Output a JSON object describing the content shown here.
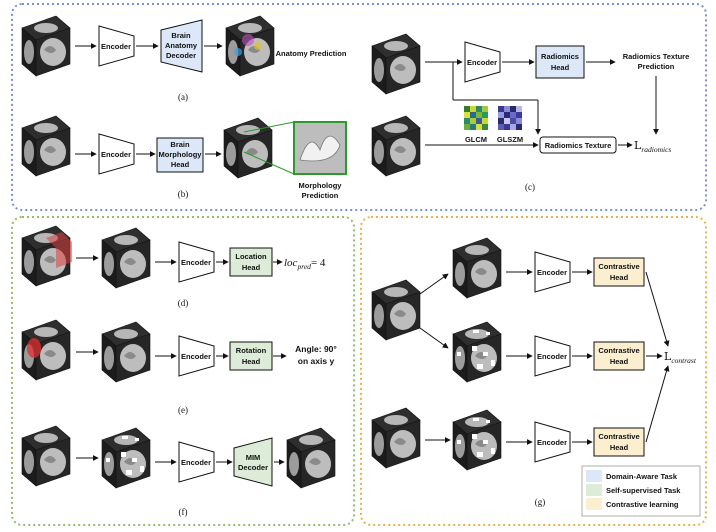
{
  "labels": {
    "encoder": "Encoder",
    "brain_anatomy_decoder": [
      "Brain",
      "Anatomy",
      "Decoder"
    ],
    "anatomy_prediction": "Anatomy Prediction",
    "brain_morphology_head": [
      "Brain",
      "Morphology",
      "Head"
    ],
    "morphology_prediction": [
      "Morphology",
      "Prediction"
    ],
    "radiomics_head": [
      "Radiomics",
      "Head"
    ],
    "radiomics_texture_prediction": [
      "Radiomics Texture",
      "Prediction"
    ],
    "glcm": "GLCM",
    "glszm": "GLSZM",
    "radiomics_texture": "Radiomics Texture",
    "l_radiomics_main": "L",
    "l_radiomics_sub": "radiomics",
    "location_head": [
      "Location",
      "Head"
    ],
    "loc_pred_main": "loc",
    "loc_pred_sub": "pred",
    "loc_pred_value": "= 4",
    "rotation_head": [
      "Rotation",
      "Head"
    ],
    "angle_text": [
      "Angle: 90°",
      "on axis y"
    ],
    "mim_decoder": [
      "MIM",
      "Decoder"
    ],
    "contrastive_head": [
      "Contrastive",
      "Head"
    ],
    "l_contrast_main": "L",
    "l_contrast_sub": "contrast"
  },
  "captions": {
    "a": "(a)",
    "b": "(b)",
    "c": "(c)",
    "d": "(d)",
    "e": "(e)",
    "f": "(f)",
    "g": "(g)"
  },
  "legend": [
    {
      "label": "Domain-Aware Task",
      "color": "#dce8f8"
    },
    {
      "label": "Self-supervised Task",
      "color": "#dcecd8"
    },
    {
      "label": "Contrastive learning",
      "color": "#fbefcf"
    }
  ],
  "colors": {
    "blue_panel": "#7a8fd6",
    "green_panel": "#8fbf6a",
    "orange_panel": "#e8b44a",
    "blue_box": "#dce8f8",
    "green_box": "#dcecd8",
    "orange_box": "#fbefcf",
    "grey_box": "#e6e6e6"
  }
}
